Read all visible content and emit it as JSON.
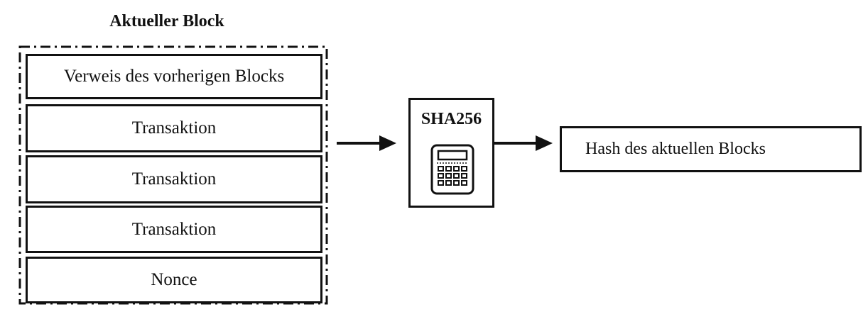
{
  "block": {
    "title": "Aktueller Block",
    "fields": [
      "Verweis des vorherigen Blocks",
      "Transaktion",
      "Transaktion",
      "Transaktion",
      "Nonce"
    ]
  },
  "hasher": {
    "label": "SHA256",
    "icon": "calculator-icon"
  },
  "output": {
    "label": "Hash des aktuellen Blocks"
  },
  "colors": {
    "stroke": "#111111",
    "background": "#ffffff"
  }
}
